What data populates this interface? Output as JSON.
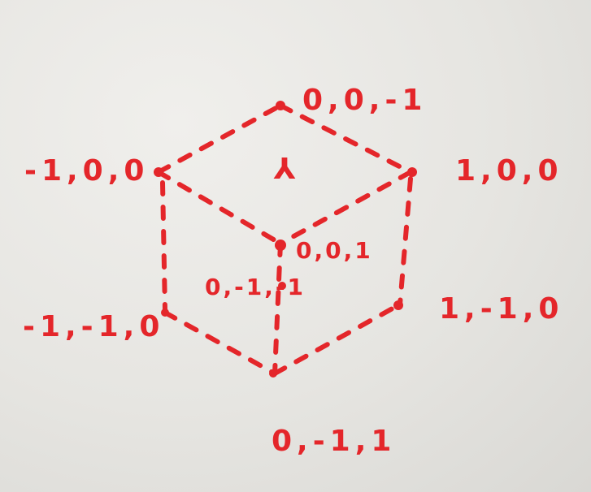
{
  "board": {
    "labels": {
      "top": "0,0,-1",
      "left": "-1,0,0",
      "right": "1,0,0",
      "center": "0,0,1",
      "hidden": "0,-1,-1",
      "bottom_left": "-1,-1,0",
      "bottom_right": "1,-1,0",
      "bottom": "0,-1,1"
    },
    "axis_mark": "Y",
    "ink_color": "#e4262a"
  }
}
